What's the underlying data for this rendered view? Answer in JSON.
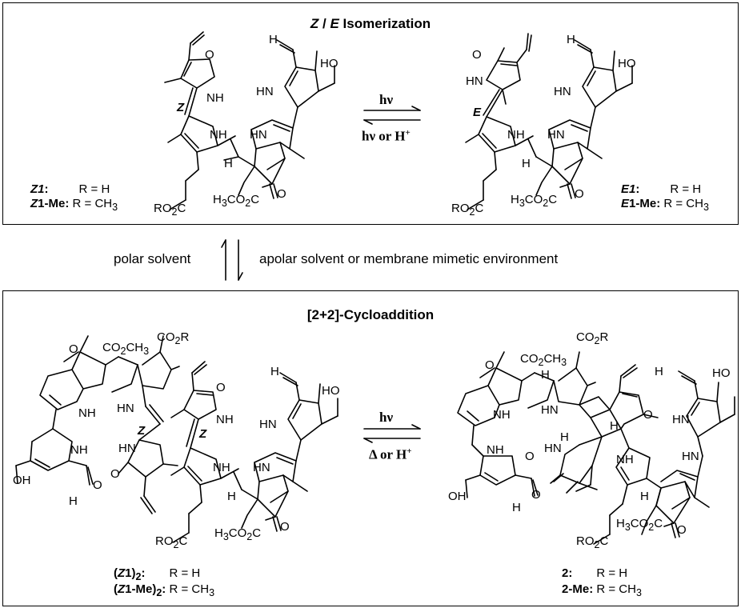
{
  "top": {
    "title_z": "Z",
    "title_sep": " / ",
    "title_e": "E",
    "title_rest": " Isomerization",
    "arrow_fwd": "hν",
    "arrow_back": "hν or H",
    "arrow_back_sup": "+",
    "left_label": {
      "r1_name": "Z1",
      "r1_value": "R = H",
      "r2_name": "Z1-Me",
      "r2_value": "R = CH",
      "r2_sub": "3"
    },
    "right_label": {
      "r1_name": "E1",
      "r1_value": "R = H",
      "r2_name": "E1-Me",
      "r2_value": "R = CH",
      "r2_sub": "3"
    }
  },
  "middle": {
    "left_text": "polar solvent",
    "right_text": "apolar solvent or membrane mimetic environment"
  },
  "bottom": {
    "title": "[2+2]-Cycloaddition",
    "arrow_fwd": "hν",
    "arrow_back": "Δ or H",
    "arrow_back_sup": "+",
    "left_label": {
      "r1_name": "(Z1)",
      "r1_sub": "2",
      "r1_value": "R = H",
      "r2_name": "(Z1-Me)",
      "r2_sub": "2",
      "r2_value": "R = CH",
      "r2_vsub": "3"
    },
    "right_label": {
      "r1_name": "2",
      "r1_value": "R = H",
      "r2_name": "2-Me",
      "r2_value": "R = CH",
      "r2_sub": "3"
    }
  },
  "atoms": {
    "z1": {
      "o": "O",
      "nh": "NH",
      "h": "H",
      "ho": "HO",
      "hn": "HN",
      "z": "Z",
      "nh2": "NH",
      "hn2": "HN",
      "o2": "O",
      "ester": "H3CO2C",
      "ro2c": "RO2C"
    },
    "e1": {
      "o": "O",
      "hn": "HN",
      "h": "H",
      "ho": "HO",
      "hn2": "HN",
      "e": "E",
      "nh": "NH",
      "hn3": "HN",
      "o2": "O",
      "ester": "H3CO2C",
      "ro2c": "RO2C"
    }
  }
}
